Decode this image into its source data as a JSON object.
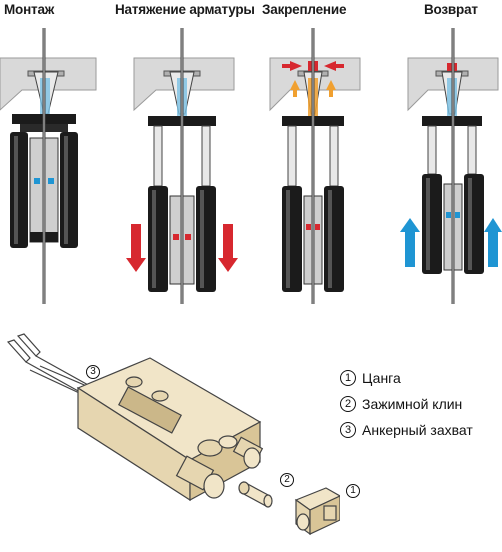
{
  "steps": [
    {
      "label": "Монтаж"
    },
    {
      "label": "Натяжение арматуры"
    },
    {
      "label": "Закрепление"
    },
    {
      "label": "Возврат"
    }
  ],
  "legend": [
    {
      "num": "1",
      "text": "Цанга"
    },
    {
      "num": "2",
      "text": "Зажимной клин"
    },
    {
      "num": "3",
      "text": "Анкерный захват"
    }
  ],
  "colors": {
    "red_arrow": "#d7282f",
    "blue_arrow": "#1f95d3",
    "orange_arrow": "#f0a030",
    "concrete": "#d9d9d9",
    "tool_body": "#1b1b1b",
    "part_fill": "#f1e5c8"
  },
  "icons": [
    "red-arrow-down-icon",
    "blue-arrow-up-icon",
    "red-arrow-inward-icon",
    "orange-arrow-up-icon"
  ]
}
